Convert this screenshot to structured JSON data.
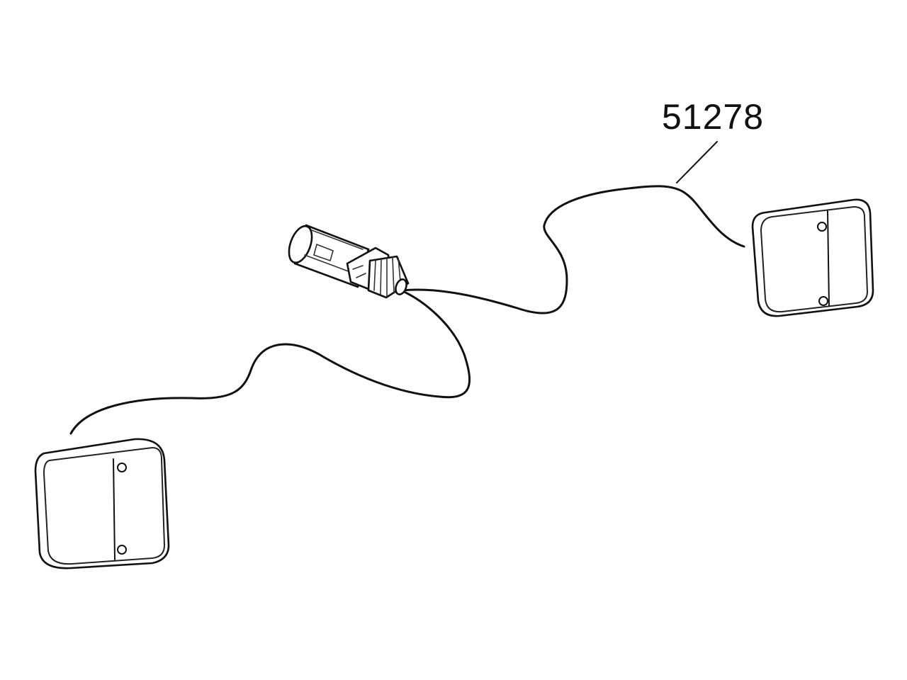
{
  "diagram": {
    "part_number": "51278",
    "components": [
      "plug-connector",
      "lamp-left",
      "lamp-right",
      "cable-left",
      "cable-right",
      "leader-line"
    ]
  },
  "colors": {
    "ink": "#111111",
    "background": "#ffffff"
  }
}
